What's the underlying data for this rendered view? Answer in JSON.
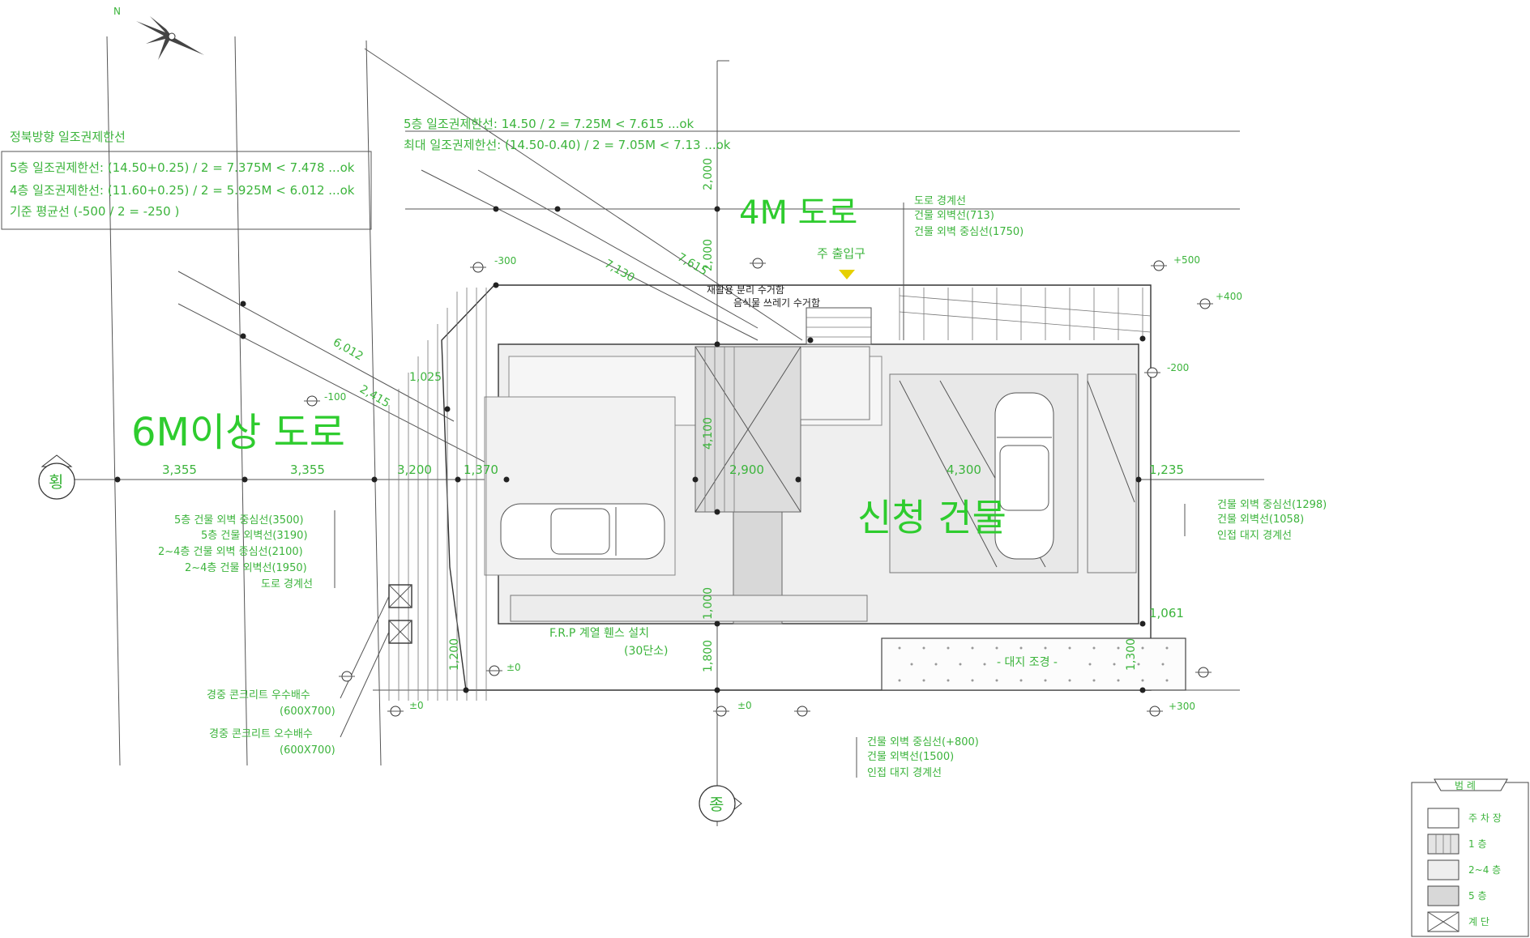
{
  "labels": {
    "north_mark": "N",
    "left_box": {
      "title": "정북방향 일조권제한선",
      "line1": "5층 일조권제한선: (14.50+0.25) / 2 = 7.375M < 7.478 ...ok",
      "line2": "4층 일조권제한선: (11.60+0.25) / 2 = 5.925M < 6.012 ...ok",
      "line3": "기준 평균선 (-500 / 2 = -250 )"
    },
    "top_calc": {
      "line1": "5층 일조권제한선: 14.50 / 2 = 7.25M < 7.615 ...ok",
      "line2": "최대 일조권제한선: (14.50-0.40) / 2 = 7.05M < 7.13 ...ok"
    },
    "road_4m": "4M 도로",
    "road_6m": "6M이상 도로",
    "building": "신청 건물",
    "entrance": "주 출입구",
    "recycle1": "재활용 분리 수거함",
    "recycle2": "음식물 쓰레기 수거함",
    "landscape": "- 대지 조경 -",
    "frp": "F.R.P 계열 휀스 설치",
    "frp2": "(30단소)",
    "section_left": "횡",
    "section_bottom": "종",
    "right_top_notes": [
      "도로 경계선",
      "건물 외벽선(713)",
      "건물 외벽 중심선(1750)"
    ],
    "right_side_notes": [
      "건물 외벽 중심선(1298)",
      "건물 외벽선(1058)",
      "인접 대지 경계선"
    ],
    "left_notes": [
      "5층 건물 외벽 중심선(3500)",
      "5층 건물 외벽선(3190)",
      "2~4층 건물 외벽 중심선(2100)",
      "2~4층 건물 외벽선(1950)",
      "도로 경계선"
    ],
    "bottom_notes": [
      "건물 외벽 중심선(+800)",
      "건물 외벽선(1500)",
      "인접 대지 경계선"
    ],
    "drain1": [
      "경중 콘크리트 우수배수",
      "(600X700)"
    ],
    "drain2": [
      "경중 콘크리트 오수배수",
      "(600X700)"
    ],
    "dims": {
      "d3355a": "3,355",
      "d3355b": "3,355",
      "d3200": "3,200",
      "d1370": "1,370",
      "d2900": "2,900",
      "d4300": "4,300",
      "d1235": "1,235",
      "d1061": "1,061",
      "d7130": "7,130",
      "d7615": "7,615",
      "d6012": "6,012",
      "d2415": "2,415",
      "d2000a": "2,000",
      "d2000b": "2,000",
      "d4100": "4,100",
      "d1800": "1,800",
      "d1000": "1,000",
      "d1200": "1,200",
      "d1300": "1,300",
      "d1025": "1,025",
      "dm300": "-300",
      "dp500": "+500",
      "dp400": "+400",
      "dm200": "-200",
      "dm100": "-100",
      "d0a": "±0",
      "d0b": "±0",
      "d0c": "±0",
      "dp300": "+300"
    },
    "legend": {
      "title": "범 례",
      "items": [
        "주 차 장",
        "1 층",
        "2~4 층",
        "5 층",
        "계 단"
      ]
    }
  }
}
